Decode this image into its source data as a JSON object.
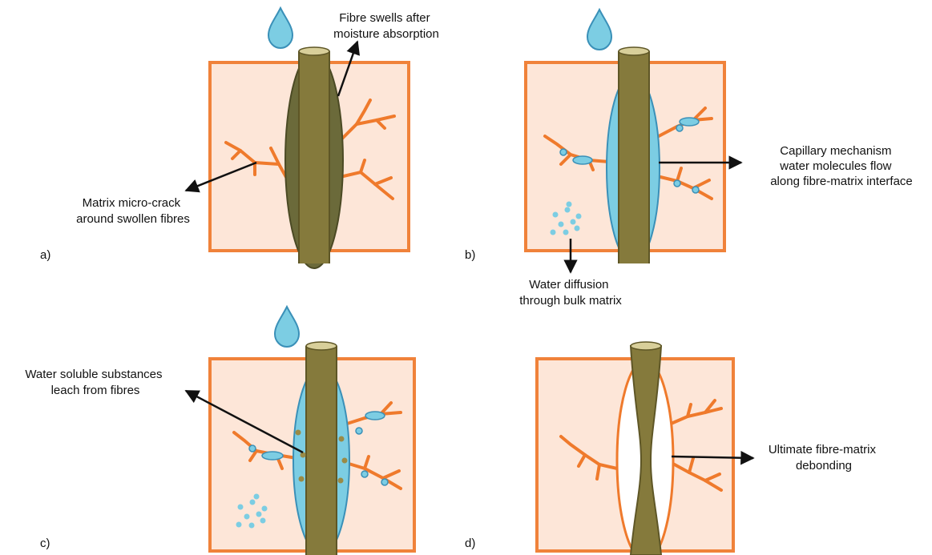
{
  "panels": {
    "a": {
      "letter": "a)",
      "swell_label": [
        "Fibre swells after",
        "moisture absorption"
      ],
      "crack_label": [
        "Matrix micro-crack",
        "around swollen fibres"
      ]
    },
    "b": {
      "letter": "b)",
      "capillary_label": [
        "Capillary mechanism",
        "water molecules flow",
        "along fibre-matrix interface"
      ],
      "diffusion_label": [
        "Water diffusion",
        "through bulk matrix"
      ]
    },
    "c": {
      "letter": "c)",
      "leach_label": [
        "Water soluble substances",
        "leach from fibres"
      ]
    },
    "d": {
      "letter": "d)",
      "debond_label": [
        "Ultimate fibre-matrix",
        "debonding"
      ]
    }
  },
  "colors": {
    "matrix_fill": "#fde6d8",
    "matrix_border": "#f0823a",
    "crack": "#ef7a2c",
    "fibre": "#857a3c",
    "fibre_dark": "#5e5626",
    "fibre_top": "#d8cf9a",
    "swollen": "#6b6a3a",
    "water": "#7ccde3",
    "water_edge": "#3a90b8",
    "arrow": "#111111"
  }
}
